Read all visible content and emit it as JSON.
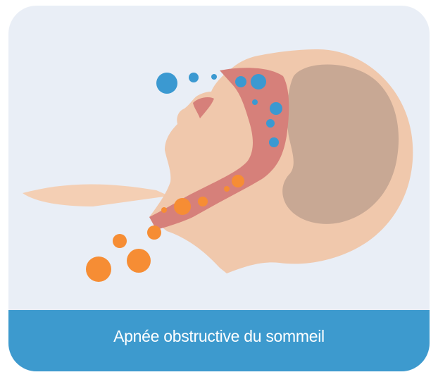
{
  "caption": "Apnée obstructive du sommeil",
  "colors": {
    "background": "#e9eef6",
    "caption_bar": "#3d9ace",
    "caption_text": "#ffffff",
    "skin": "#f0c8ac",
    "airway": "#d6807a",
    "brain": "#c8a894",
    "air_blue": "#3b99d1",
    "air_orange": "#f68d34"
  },
  "icons": {
    "head": "sleeping-head-profile",
    "airway": "throat-airway",
    "brain": "brain",
    "inhaled_air": "blue-bubbles",
    "blocked_air": "orange-bubbles"
  }
}
